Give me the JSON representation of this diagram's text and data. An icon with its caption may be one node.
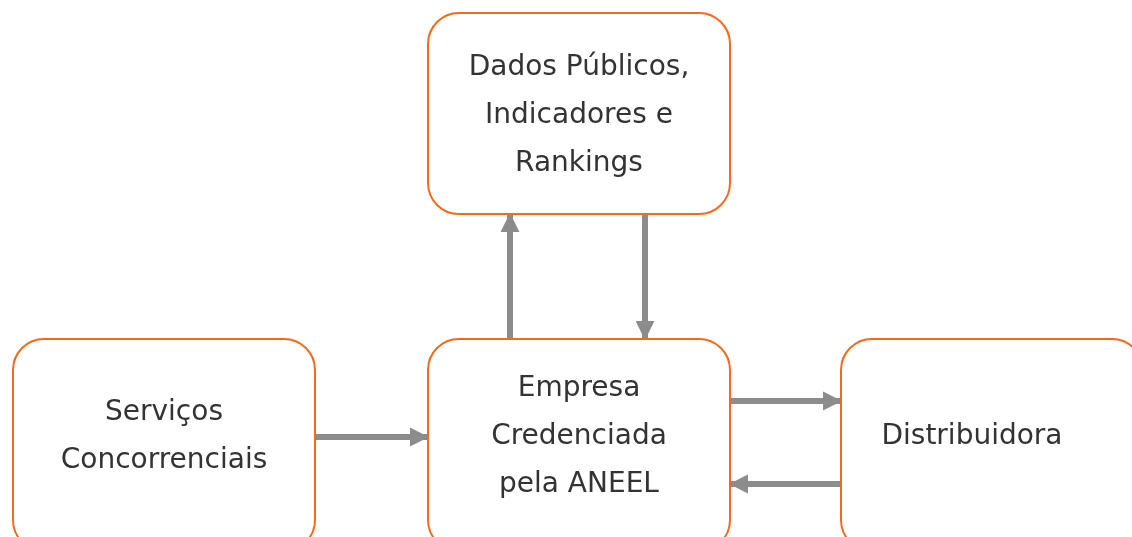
{
  "diagram": {
    "nodes": [
      {
        "text": [
          "Dados Públicos, Indicadores e Rankings"
        ]
      },
      {
        "text": [
          "Serviços Concorrenciais"
        ]
      },
      {
        "text": [
          "Empresa Credenciada pela ANEEL"
        ]
      },
      {
        "text": [
          "Distribuidora"
        ]
      }
    ],
    "edges": [
      {
        "from": 2,
        "to": 0,
        "arrow": "to"
      },
      {
        "from": 0,
        "to": 2,
        "arrow": "to"
      },
      {
        "from": 1,
        "to": 2,
        "arrow": "to"
      },
      {
        "from": 2,
        "to": 3,
        "arrow": "to"
      },
      {
        "from": 3,
        "to": 2,
        "arrow": "to"
      }
    ]
  }
}
